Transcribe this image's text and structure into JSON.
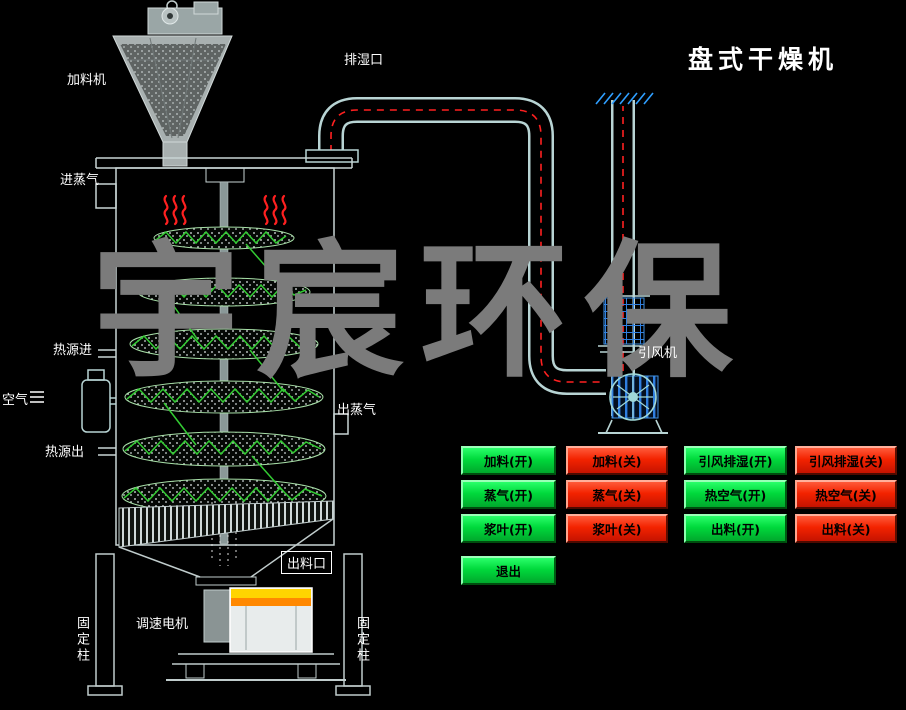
{
  "title": "盘式干燥机",
  "watermark": "宇宸环保",
  "labels": {
    "feeder": "加料机",
    "exhaust_port": "排湿口",
    "steam_in": "进蒸气",
    "heat_in": "热源进",
    "air": "空气",
    "steam_out": "出蒸气",
    "heat_out": "热源出",
    "fan": "引风机",
    "discharge_port": "出料口",
    "motor": "调速电机",
    "fixed_column_left": "固定柱",
    "fixed_column_right": "固定柱"
  },
  "buttons": [
    {
      "id": "feed-on",
      "label": "加料(开)",
      "state": "green"
    },
    {
      "id": "feed-off",
      "label": "加料(关)",
      "state": "red"
    },
    {
      "id": "fan-exhaust-on",
      "label": "引风排湿(开)",
      "state": "green"
    },
    {
      "id": "fan-exhaust-off",
      "label": "引风排湿(关)",
      "state": "red"
    },
    {
      "id": "steam-on",
      "label": "蒸气(开)",
      "state": "green"
    },
    {
      "id": "steam-off",
      "label": "蒸气(关)",
      "state": "red"
    },
    {
      "id": "hot-air-on",
      "label": "热空气(开)",
      "state": "green"
    },
    {
      "id": "hot-air-off",
      "label": "热空气(关)",
      "state": "red"
    },
    {
      "id": "paddle-on",
      "label": "浆叶(开)",
      "state": "green"
    },
    {
      "id": "paddle-off",
      "label": "浆叶(关)",
      "state": "red"
    },
    {
      "id": "discharge-on",
      "label": "出料(开)",
      "state": "green"
    },
    {
      "id": "discharge-off",
      "label": "出料(关)",
      "state": "red"
    },
    {
      "id": "exit",
      "label": "退出",
      "state": "green"
    }
  ],
  "colors": {
    "background": "#000000",
    "button_green": "#00d93c",
    "button_red": "#f32300",
    "pipe_line": "#b8d4d4",
    "pipe_center_red": "#ff2020",
    "disc_green": "#33cc33",
    "fan_blue": "#2f7fe0",
    "motor_yellow": "#ffd400",
    "motor_orange": "#ff8800",
    "watermark_gray": "#7b7b7b"
  }
}
